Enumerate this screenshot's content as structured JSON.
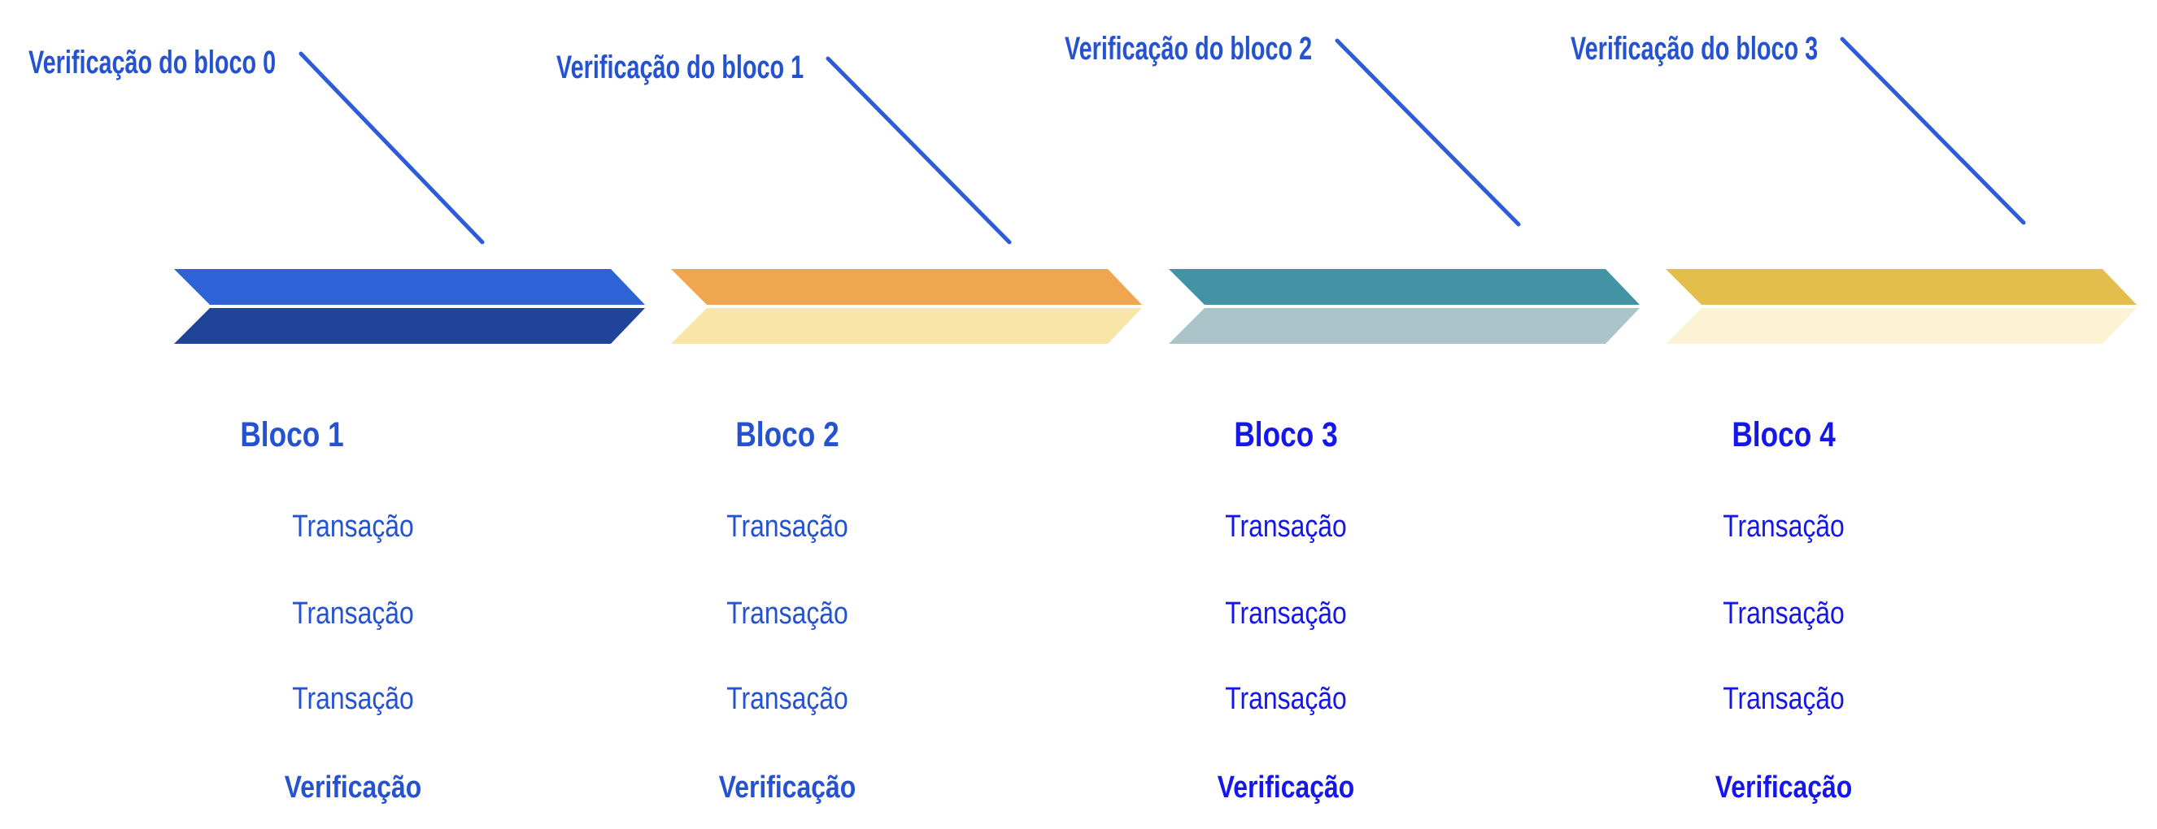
{
  "palette": {
    "background": "#FFFFFF",
    "connector_line": "#2E5CD8",
    "label_text": "#2452D0"
  },
  "verification_labels": [
    {
      "text": "Verificação do bloco 0"
    },
    {
      "text": "Verificação do bloco 1"
    },
    {
      "text": "Verificação do bloco 2"
    },
    {
      "text": "Verificação do bloco 3"
    }
  ],
  "blocks": [
    {
      "title": "Bloco 1",
      "transactions": [
        "Transação",
        "Transação",
        "Transação"
      ],
      "verification": "Verificação",
      "colors": {
        "arrow_top": "#2E63D7",
        "arrow_bottom": "#1F4499",
        "text": "#2452D0"
      }
    },
    {
      "title": "Bloco 2",
      "transactions": [
        "Transação",
        "Transação",
        "Transação"
      ],
      "verification": "Verificação",
      "colors": {
        "arrow_top": "#F0A64F",
        "arrow_bottom": "#FAE5A8",
        "text": "#2452D0"
      }
    },
    {
      "title": "Bloco 3",
      "transactions": [
        "Transação",
        "Transação",
        "Transação"
      ],
      "verification": "Verificação",
      "colors": {
        "arrow_top": "#4293A3",
        "arrow_bottom": "#ABC4C9",
        "text": "#1516E8"
      }
    },
    {
      "title": "Bloco 4",
      "transactions": [
        "Transação",
        "Transação",
        "Transação"
      ],
      "verification": "Verificação",
      "colors": {
        "arrow_top": "#E3BE4D",
        "arrow_bottom": "#FCF2D4",
        "text": "#1516E8"
      }
    }
  ]
}
